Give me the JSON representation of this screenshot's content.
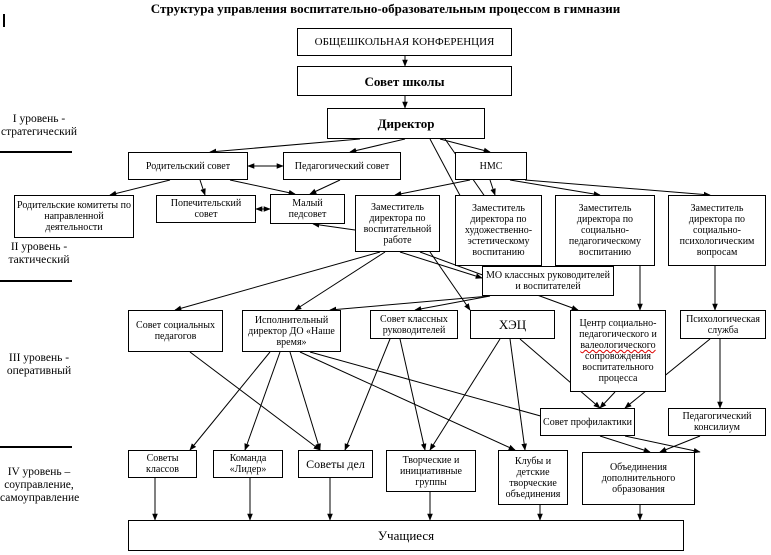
{
  "title": "Структура управления воспитательно-образовательным процессом в гимназии",
  "levels": [
    {
      "line1": "I уровень -",
      "line2": "стратегический"
    },
    {
      "line1": "II уровень -",
      "line2": "тактический"
    },
    {
      "line1": "III уровень -",
      "line2": "оперативный"
    },
    {
      "line1": "IV уровень –",
      "line2": "соуправление,",
      "line3": "самоуправление"
    }
  ],
  "nodes": {
    "conference": "ОБЩЕШКОЛЬНАЯ КОНФЕРЕНЦИЯ",
    "school_council": "Совет школы",
    "director": "Директор",
    "parent_council": "Родительский совет",
    "ped_council": "Педагогический совет",
    "nms": "НМС",
    "parent_committees": "Родительские комитеты по направленной деятельности",
    "trustees": "Попечительский совет",
    "small_ped": "Малый педсовет",
    "dep_edu": "Заместитель директора по воспитательной работе",
    "dep_art": "Заместитель директора по художественно-эстетическому воспитанию",
    "dep_soc_ped": "Заместитель директора по социально-педагогическому воспитанию",
    "dep_psy": "Заместитель директора по социально-психологическим вопросам",
    "mo_class": "МО классных руководителей и воспитателей",
    "soc_ped_council": "Совет социальных педагогов",
    "exec_director": "Исполнительный директор ДО «Наше время»",
    "class_council": "Совет классных руководителей",
    "hec": "ХЭЦ",
    "center_pre": "Центр социально-педагогического и ",
    "center_wavy": "валеологического",
    "center_post": " сопровождения воспитательного процесса",
    "psy_service": "Психологическая служба",
    "prevention": "Совет профилактики",
    "ped_consilium": "Педагогический консилиум",
    "class_councils": "Советы классов",
    "leader_team": "Команда «Лидер»",
    "affairs_councils": "Советы дел",
    "creative_groups": "Творческие и инициативные группы",
    "clubs": "Клубы и детские творческие объединения",
    "additional_edu": "Объединения дополнительного образования",
    "students": "Учащиеся"
  }
}
